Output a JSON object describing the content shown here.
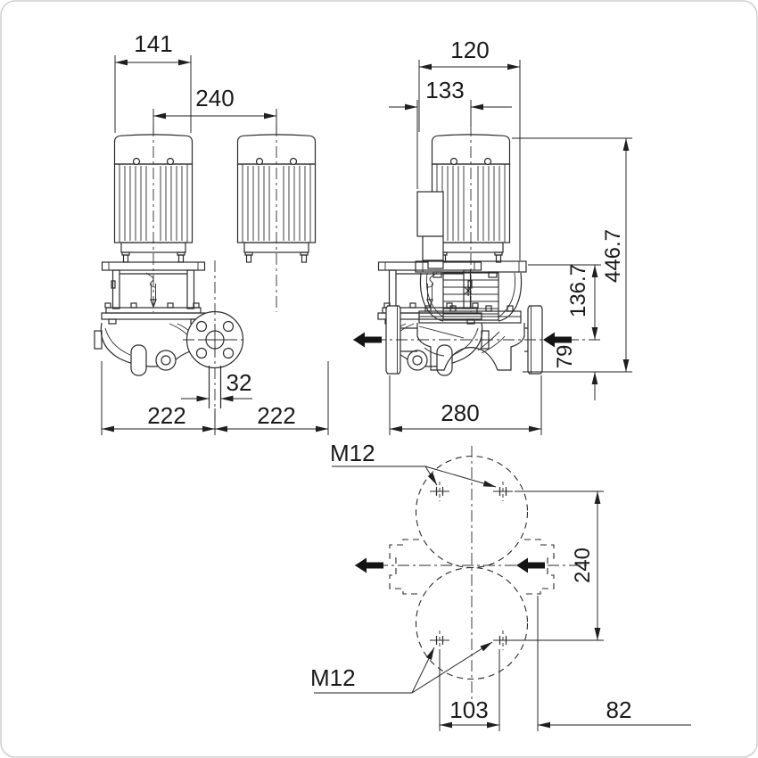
{
  "drawing_units": "mm",
  "colors": {
    "line": "#2b2b2b",
    "dimension": "#1f1f1f",
    "flow_arrow": "#141414",
    "background": "#ffffff"
  },
  "front_view": {
    "motor_width": "141",
    "head_spacing": "240",
    "port_bore": "32",
    "center_to_left_edge": "222",
    "center_to_right_edge": "222"
  },
  "side_view": {
    "motor_depth": "120",
    "terminal_box_to_center": "133",
    "total_height": "446.7",
    "port_center_to_motor_flange": "136.7",
    "base_to_port_center": "79",
    "port_to_port_length": "280"
  },
  "plan_view": {
    "bolt_thread_top": "M12",
    "bolt_thread_bottom": "M12",
    "bolt_spacing_vertical": "240",
    "bolt_spacing_horizontal": "103",
    "bolt_to_flange_offset": "82"
  }
}
